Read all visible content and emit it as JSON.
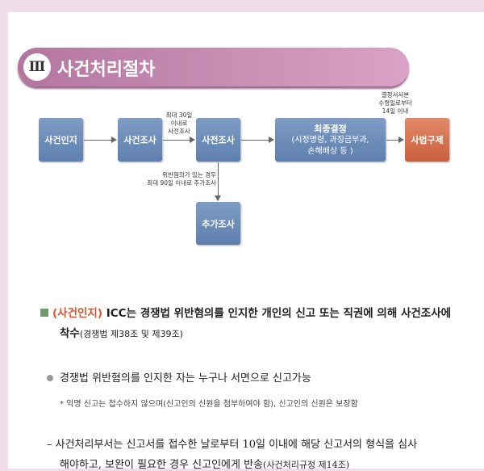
{
  "section": {
    "numeral": "Ⅲ",
    "title": "사건처리절차"
  },
  "flow": {
    "step1": "사건인지",
    "step2": "사건조사",
    "step3": "사전조사",
    "step4": "추가조사",
    "step5_title": "최종결정",
    "step5_sub1": "(시정명령, 과징금부과,",
    "step5_sub2": "손해배상 등 )",
    "step6": "사법구제",
    "note_a": [
      "최대 30일",
      "이내로",
      "사전조사"
    ],
    "note_b": [
      "위반혐의가 있는 경우",
      "최대 90일 이내로 추가조사"
    ],
    "note_c": [
      "결정서사본",
      "수령일로부터",
      "14일 이내"
    ]
  },
  "body": {
    "heading_tag": "(사건인지)",
    "heading_text": " ICC는 경쟁법 위반혐의를 인지한 개인의 신고 또는 직권에 의해 사건조사에",
    "heading2_bold": "착수",
    "heading2_ref": "(경쟁법 제38조 및 제39조)",
    "bullet1": "경쟁법 위반혐의를 인지한 자는 누구나 서면으로 신고가능",
    "note1": "* 익명 신고는 접수하지 않으며(신고인의 신원을 첨부하여야 함), 신고인의 신원은 보장함",
    "dash1": "– 사건처리부서는 신고서를 접수한 날로부터 10일 이내에 해당 신고서의 형식을 심사",
    "dash2": "해야하고, 보완이 필요한 경우 신고인에게 반송",
    "dash2_ref": "(사건처리규정 제14조)"
  }
}
